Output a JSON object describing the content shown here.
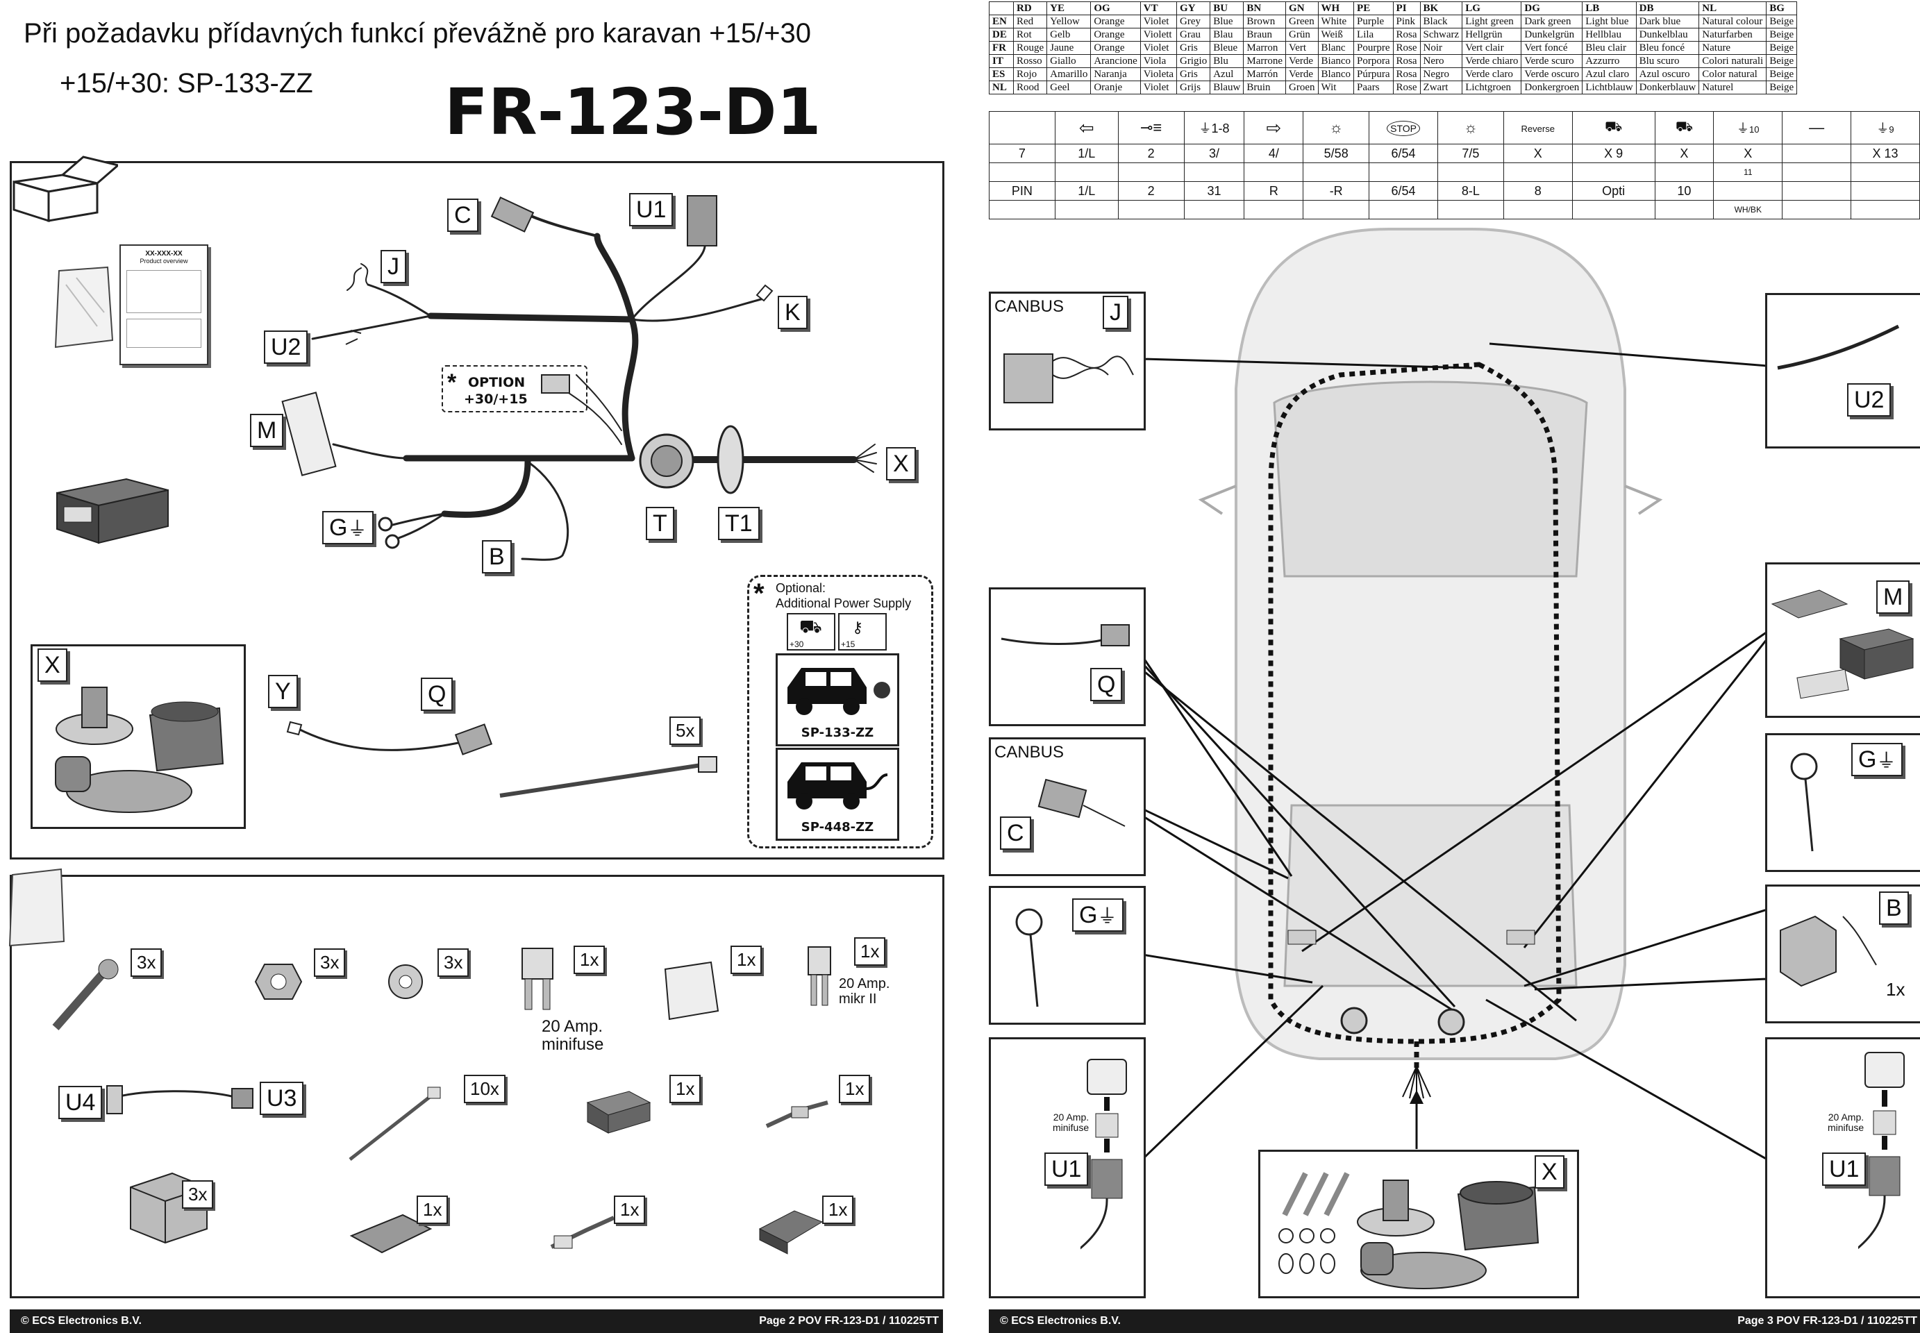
{
  "header": {
    "note_line1": "Při požadavku přídavných funkcí převážně pro karavan +15/+30",
    "note_line2": "+15/+30:  SP-133-ZZ",
    "model": "FR-123-D1"
  },
  "kit": {
    "labels": {
      "C": "C",
      "U1": "U1",
      "J": "J",
      "K": "K",
      "U2": "U2",
      "M": "M",
      "T": "T",
      "T1": "T1",
      "X": "X",
      "G": "G",
      "B": "B",
      "Y": "Y",
      "Q": "Q"
    },
    "option_title": "OPTION",
    "option_value": "+30/+15",
    "zip_qty": "5x",
    "optional_title": "Optional:",
    "optional_subtitle": "Additional Power Supply",
    "small_icon_a": "+30",
    "small_icon_b": "+15",
    "product_a": "SP-133-ZZ",
    "product_b": "SP-448-ZZ",
    "manual_title": "XX-XXX-XX",
    "manual_subtitle": "Product overview"
  },
  "parts": [
    {
      "qty": "3x"
    },
    {
      "qty": "3x"
    },
    {
      "qty": "3x"
    },
    {
      "qty": "1x",
      "note": "20 Amp.\nminifuse"
    },
    {
      "qty": "1x"
    },
    {
      "qty": "1x",
      "note": "20 Amp.\nmikr II"
    },
    {
      "qty": "10x"
    },
    {
      "qty": "1x"
    },
    {
      "qty": "1x"
    },
    {
      "qty": "3x"
    },
    {
      "qty": "1x"
    },
    {
      "qty": "1x"
    },
    {
      "qty": "1x"
    }
  ],
  "parts_labels": {
    "U4": "U4",
    "U3": "U3"
  },
  "color_table": {
    "header": [
      "",
      "RD",
      "YE",
      "OG",
      "VT",
      "GY",
      "BU",
      "BN",
      "GN",
      "WH",
      "PE",
      "PI",
      "BK",
      "LG",
      "DG",
      "LB",
      "DB",
      "NL",
      "BG"
    ],
    "rows": [
      [
        "EN",
        "Red",
        "Yellow",
        "Orange",
        "Violet",
        "Grey",
        "Blue",
        "Brown",
        "Green",
        "White",
        "Purple",
        "Pink",
        "Black",
        "Light green",
        "Dark green",
        "Light blue",
        "Dark blue",
        "Natural colour",
        "Beige"
      ],
      [
        "DE",
        "Rot",
        "Gelb",
        "Orange",
        "Violett",
        "Grau",
        "Blau",
        "Braun",
        "Grün",
        "Weiß",
        "Lila",
        "Rosa",
        "Schwarz",
        "Hellgrün",
        "Dunkelgrün",
        "Hellblau",
        "Dunkelblau",
        "Naturfarben",
        "Beige"
      ],
      [
        "FR",
        "Rouge",
        "Jaune",
        "Orange",
        "Violet",
        "Gris",
        "Bleue",
        "Marron",
        "Vert",
        "Blanc",
        "Pourpre",
        "Rose",
        "Noir",
        "Vert clair",
        "Vert foncé",
        "Bleu clair",
        "Bleu foncé",
        "Nature",
        "Beige"
      ],
      [
        "IT",
        "Rosso",
        "Giallo",
        "Arancione",
        "Viola",
        "Grigio",
        "Blu",
        "Marrone",
        "Verde",
        "Bianco",
        "Porpora",
        "Rosa",
        "Nero",
        "Verde chiaro",
        "Verde scuro",
        "Azzurro",
        "Blu scuro",
        "Colori naturali",
        "Beige"
      ],
      [
        "ES",
        "Rojo",
        "Amarillo",
        "Naranja",
        "Violeta",
        "Gris",
        "Azul",
        "Marrón",
        "Verde",
        "Blanco",
        "Púrpura",
        "Rosa",
        "Negro",
        "Verde claro",
        "Verde oscuro",
        "Azul claro",
        "Azul oscuro",
        "Color natural",
        "Beige"
      ],
      [
        "NL",
        "Rood",
        "Geel",
        "Oranje",
        "Violet",
        "Grijs",
        "Blauw",
        "Bruin",
        "Groen",
        "Wit",
        "Paars",
        "Rose",
        "Zwart",
        "Lichtgroen",
        "Donkergroen",
        "Lichtblauw",
        "Donkerblauw",
        "Naturel",
        "Beige"
      ]
    ]
  },
  "pin_table": {
    "icon_texts": [
      "",
      "",
      "",
      "1-8",
      "",
      "",
      "",
      "",
      "",
      "Reverse",
      "",
      "",
      "10",
      "",
      "9"
    ],
    "row1": [
      "7",
      "1/L",
      "2",
      "3/",
      "4/",
      "5/58",
      "6/54",
      "7/5",
      "X",
      "X 9",
      "X",
      "X",
      "",
      "X 13"
    ],
    "row1_sub": "11",
    "row2": [
      "PIN",
      "1/L",
      "2",
      "31",
      "R",
      "-R",
      "6/54",
      "8-L",
      "8",
      "Opti",
      "10",
      "",
      "",
      ""
    ],
    "row2_sub": "WH/BK"
  },
  "car": {
    "canbus_1": "CANBUS",
    "canbus_2": "CANBUS",
    "labels": {
      "J": "J",
      "U2": "U2",
      "Q": "Q",
      "M": "M",
      "C": "C",
      "G": "G",
      "B": "B",
      "U1_left": "U1",
      "U1_right": "U1",
      "X": "X"
    },
    "b_qty": "1x",
    "fuse_note_left": "20 Amp.\nminifuse",
    "fuse_note_right": "20 Amp.\nminifuse"
  },
  "footer": {
    "left_copy": "© ECS Electronics B.V.",
    "left_page": "Page 2  POV FR-123-D1 / 110225TT",
    "right_copy": "© ECS Electronics B.V.",
    "right_page": "Page 3  POV FR-123-D1 / 110225TT"
  },
  "colors": {
    "ink": "#111111",
    "frame": "#222222",
    "car_fill": "#e8e8e8",
    "footer_bg": "#1b1b1b"
  }
}
